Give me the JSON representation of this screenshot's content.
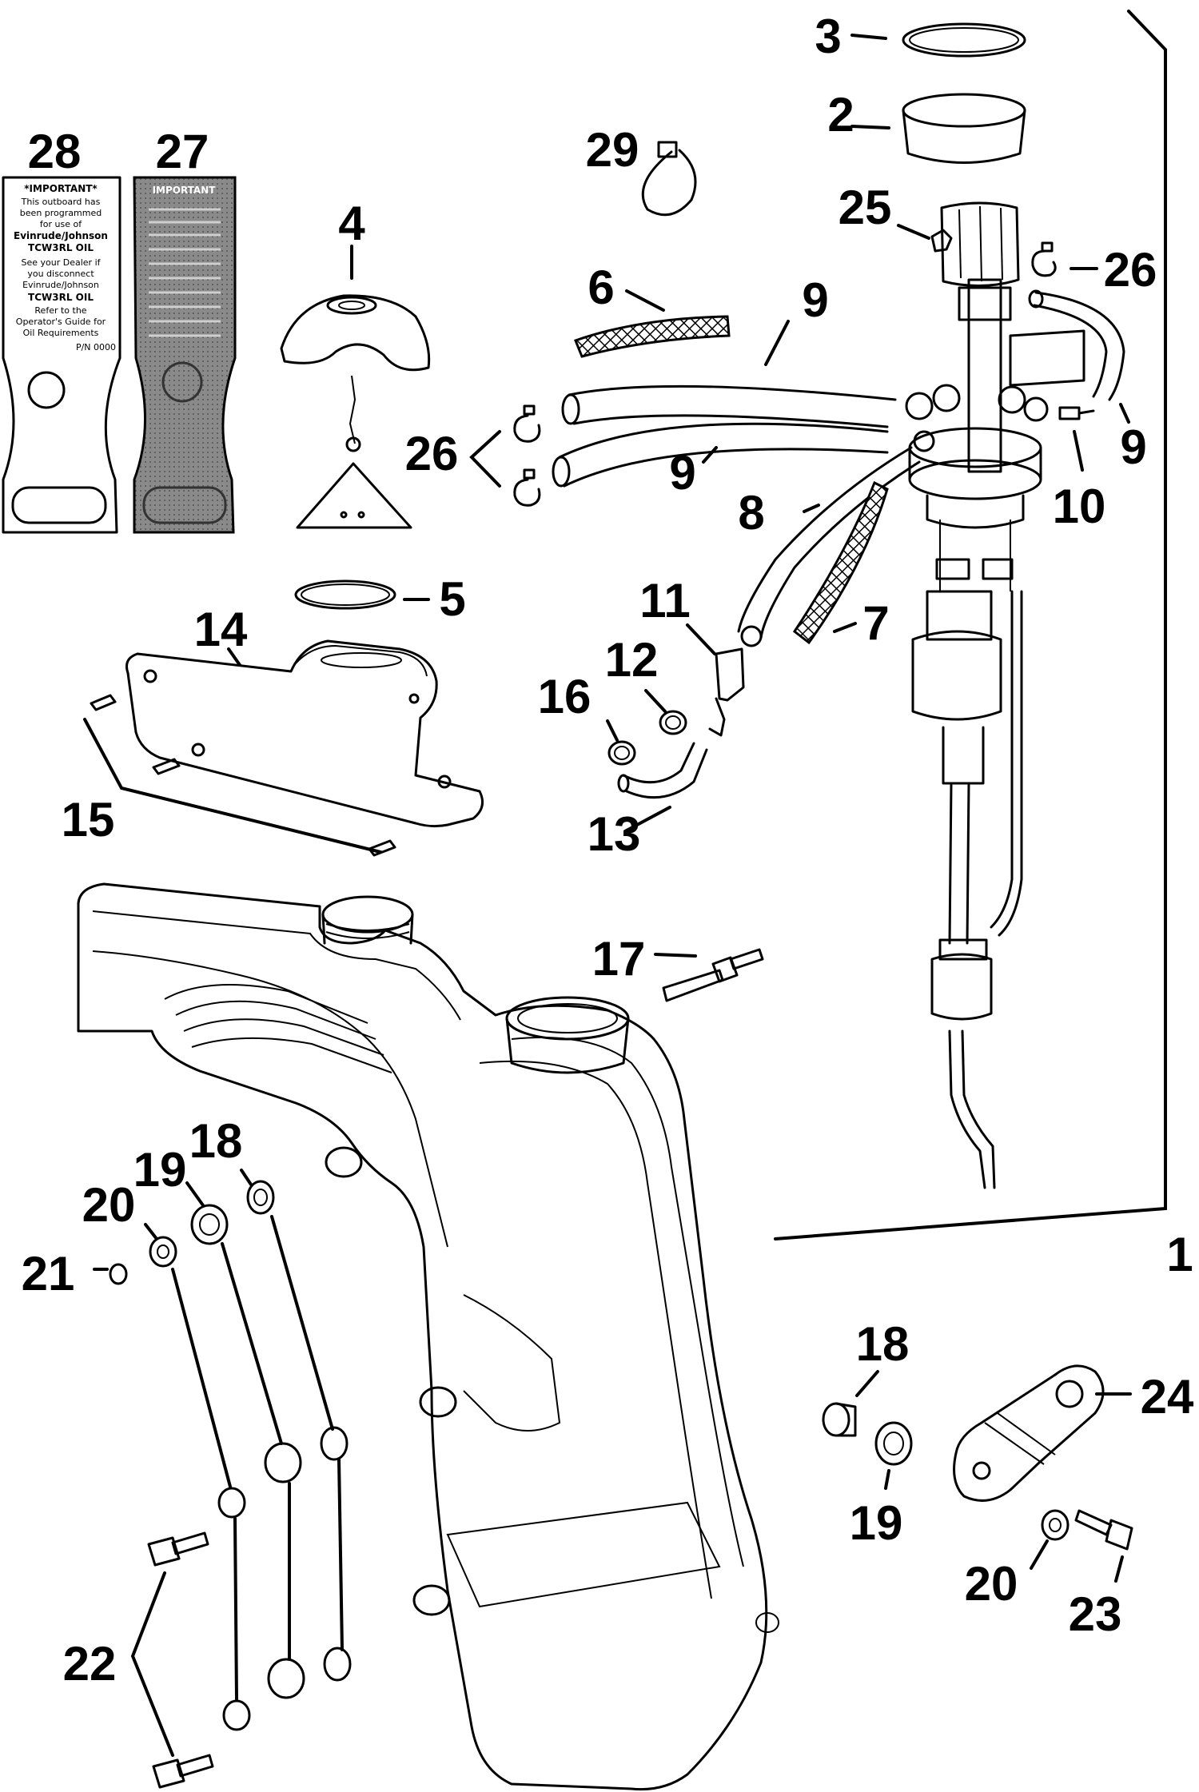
{
  "callouts": {
    "n1": "1",
    "n2": "2",
    "n3": "3",
    "n4": "4",
    "n5": "5",
    "n6": "6",
    "n7": "7",
    "n8": "8",
    "n9a": "9",
    "n9b": "9",
    "n9c": "9",
    "n10": "10",
    "n11": "11",
    "n12": "12",
    "n13": "13",
    "n14": "14",
    "n15": "15",
    "n16": "16",
    "n17": "17",
    "n18a": "18",
    "n18b": "18",
    "n19a": "19",
    "n19b": "19",
    "n20a": "20",
    "n20b": "20",
    "n21": "21",
    "n22": "22",
    "n23": "23",
    "n24": "24",
    "n25": "25",
    "n26a": "26",
    "n26b": "26",
    "n27": "27",
    "n28": "28",
    "n29": "29"
  },
  "decal_28": {
    "line1": "*IMPORTANT*",
    "line2": "This outboard has",
    "line3": "been programmed",
    "line4": "for use of",
    "line5": "Evinrude/Johnson",
    "line6": "TCW3RL OIL",
    "line7": "See your Dealer if",
    "line8": "you disconnect",
    "line9": "Evinrude/Johnson",
    "line10": "TCW3RL OIL",
    "line11": "Refer to the",
    "line12": "Operator's Guide for",
    "line13": "Oil Requirements",
    "line14": "P/N 0000"
  },
  "decal_27": {
    "line1": "IMPORTANT"
  }
}
